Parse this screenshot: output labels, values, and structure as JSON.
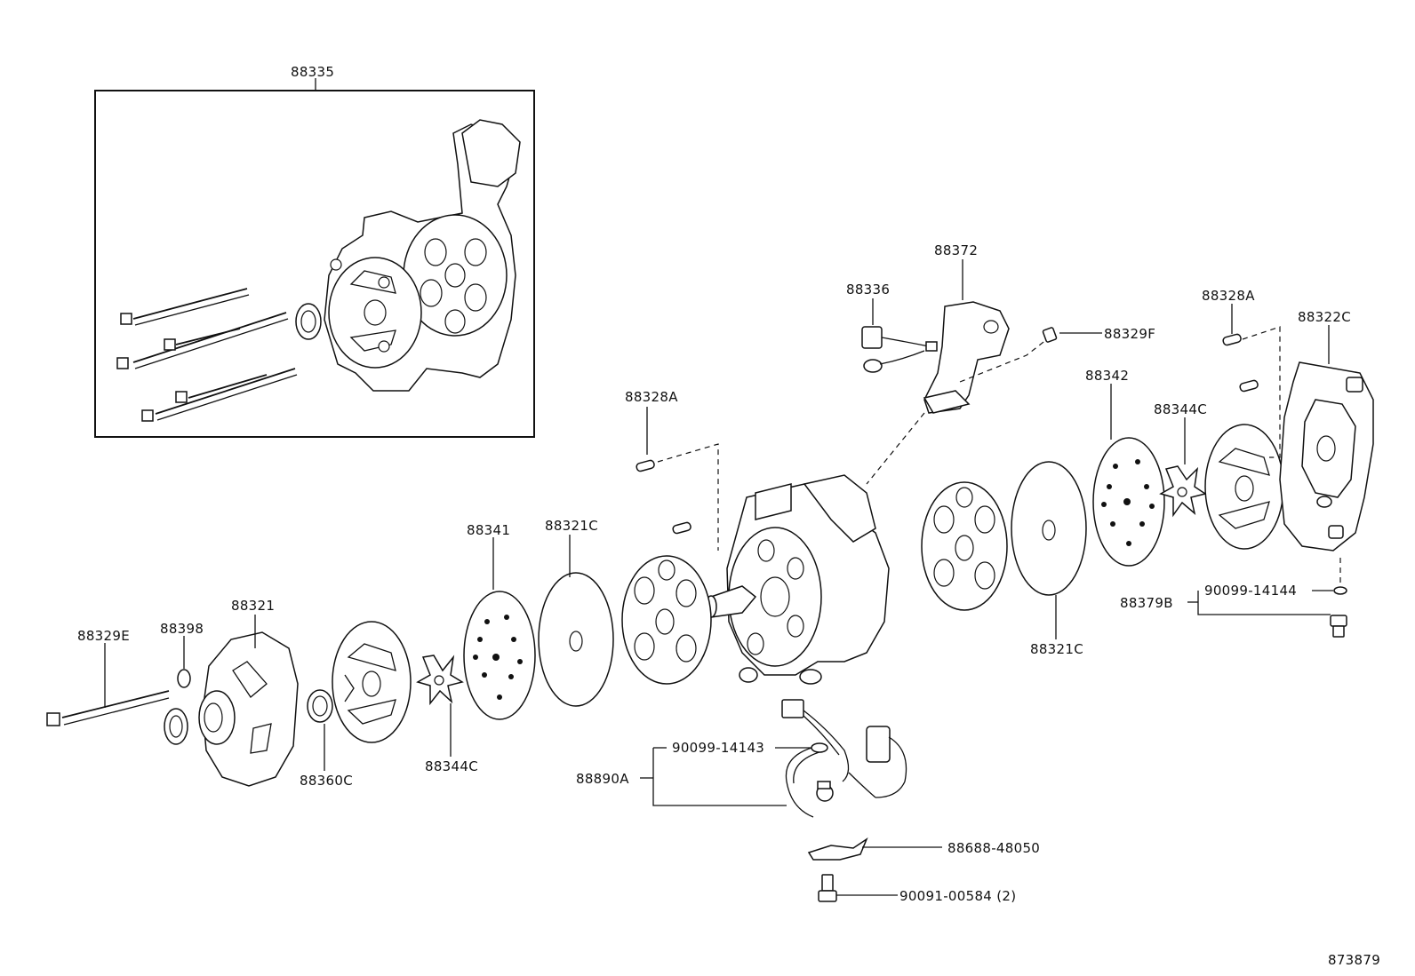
{
  "diagram": {
    "figure_number": "873879",
    "callouts": {
      "c88335": "88335",
      "c88372": "88372",
      "c88336": "88336",
      "c88329F": "88329F",
      "c88328A_right": "88328A",
      "c88322C": "88322C",
      "c88342": "88342",
      "c88344C_right": "88344C",
      "c88328A_left": "88328A",
      "c88341": "88341",
      "c88321C_left": "88321C",
      "c88321": "88321",
      "c88398": "88398",
      "c88329E": "88329E",
      "c88344C_left": "88344C",
      "c88360C": "88360C",
      "c90099_14144": "90099-14144",
      "c88379B": "88379B",
      "c88321C_right": "88321C",
      "c90099_14143": "90099-14143",
      "c88890A": "88890A",
      "c88688_48050": "88688-48050",
      "c90091_00584": "90091-00584 (2)"
    }
  }
}
